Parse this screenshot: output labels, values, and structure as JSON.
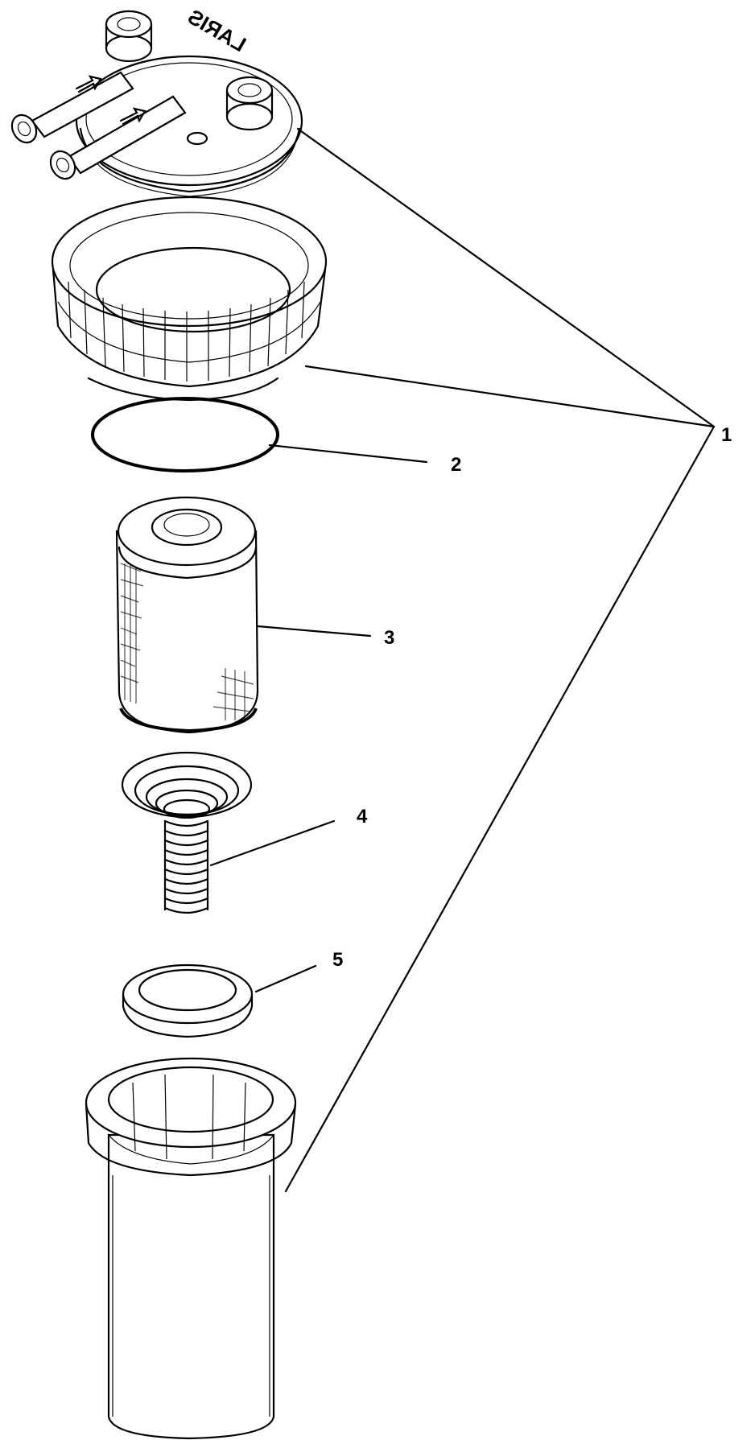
{
  "diagram": {
    "type": "exploded-parts-view",
    "logo_text": "LARIS",
    "callouts": [
      {
        "id": "1",
        "label": "1"
      },
      {
        "id": "2",
        "label": "2"
      },
      {
        "id": "3",
        "label": "3"
      },
      {
        "id": "4",
        "label": "4"
      },
      {
        "id": "5",
        "label": "5"
      }
    ],
    "colors": {
      "line": "#000000",
      "background": "#ffffff"
    }
  }
}
